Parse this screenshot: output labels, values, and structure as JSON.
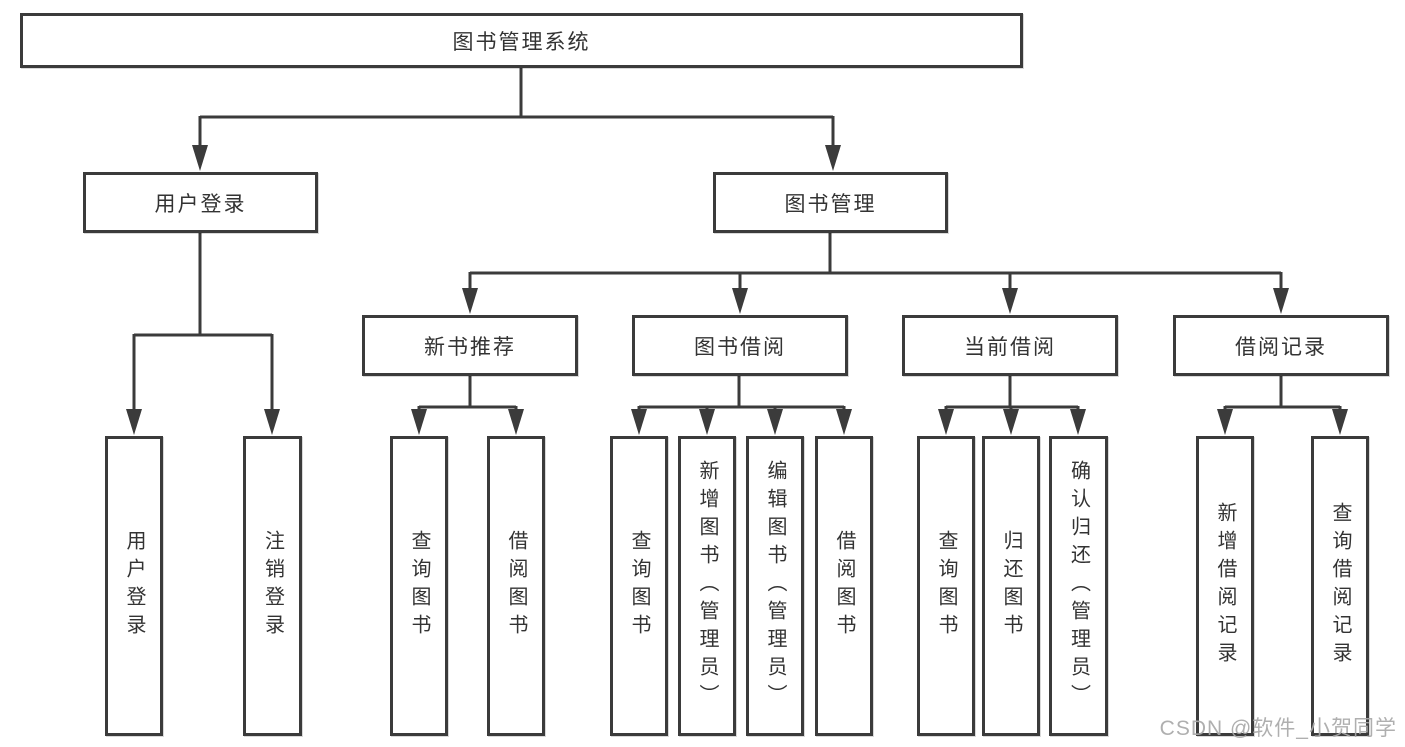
{
  "root": {
    "label": "图书管理系统"
  },
  "level2": {
    "user_login": {
      "label": "用户登录"
    },
    "book_management": {
      "label": "图书管理"
    }
  },
  "level3": {
    "new_book": {
      "label": "新书推荐"
    },
    "book_borrow": {
      "label": "图书借阅"
    },
    "current_borrow": {
      "label": "当前借阅"
    },
    "borrow_record": {
      "label": "借阅记录"
    }
  },
  "level4": {
    "user_login": [
      {
        "label": "用户登录"
      },
      {
        "label": "注销登录"
      }
    ],
    "new_book": [
      {
        "label": "查询图书"
      },
      {
        "label": "借阅图书"
      }
    ],
    "book_borrow": [
      {
        "label": "查询图书"
      },
      {
        "label": "新增图书（管理员）"
      },
      {
        "label": "编辑图书（管理员）"
      },
      {
        "label": "借阅图书"
      }
    ],
    "current_borrow": [
      {
        "label": "查询图书"
      },
      {
        "label": "归还图书"
      },
      {
        "label": "确认归还（管理员）"
      }
    ],
    "borrow_record": [
      {
        "label": "新增借阅记录"
      },
      {
        "label": "查询借阅记录"
      }
    ]
  },
  "watermark": {
    "label": "CSDN @软件_小贺同学"
  },
  "colors": {
    "line": "#3b3b3b",
    "box_border": "#3b3b3b",
    "text": "#333333",
    "watermark": "#a9a9a9",
    "background": "#ffffff"
  }
}
